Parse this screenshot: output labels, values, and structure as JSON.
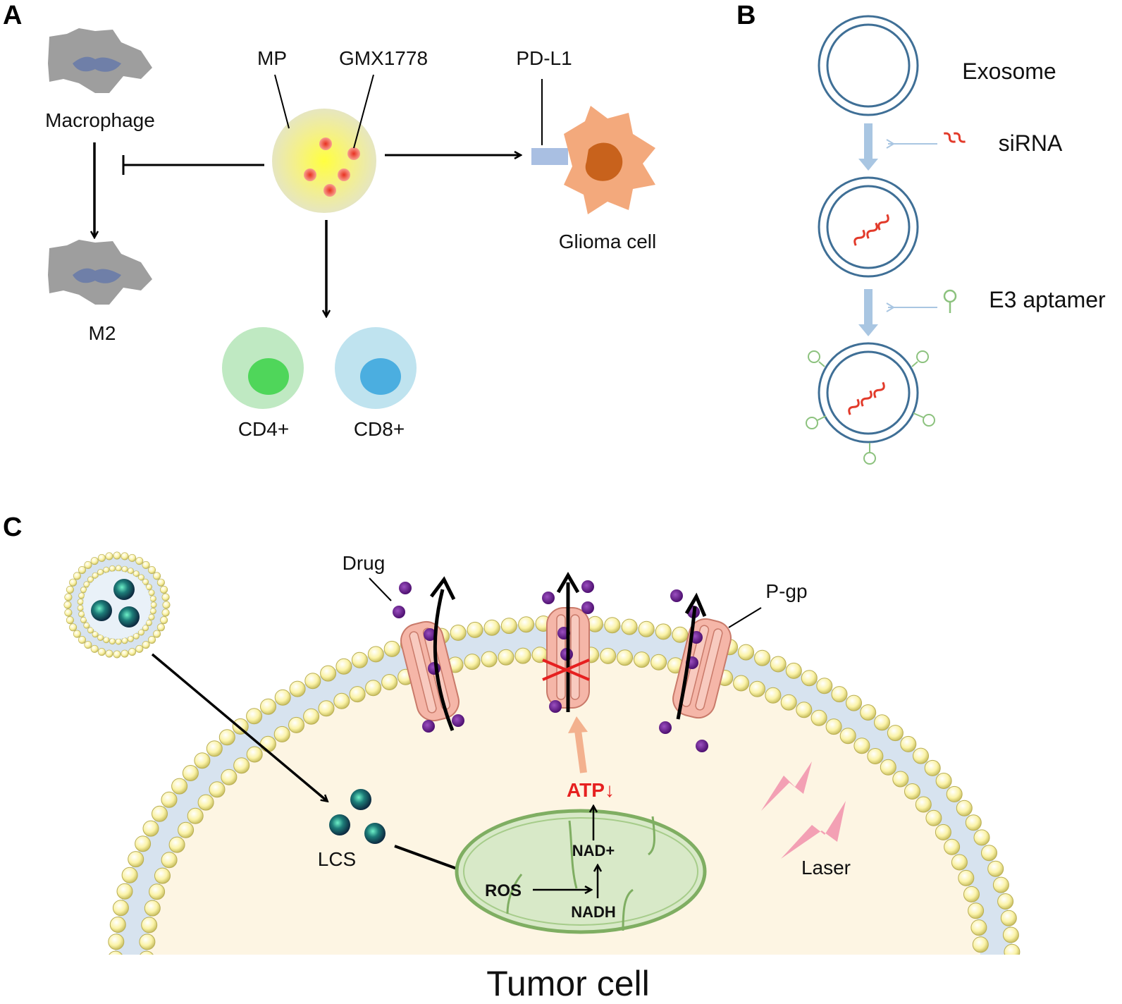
{
  "panels": {
    "a": "A",
    "b": "B",
    "c": "C"
  },
  "panel_a": {
    "macrophage": "Macrophage",
    "m2": "M2",
    "mp": "MP",
    "gmx": "GMX1778",
    "pdl1": "PD-L1",
    "glioma": "Glioma cell",
    "cd4": "CD4+",
    "cd8": "CD8+"
  },
  "panel_b": {
    "exosome": "Exosome",
    "sirna": "siRNA",
    "aptamer": "E3 aptamer"
  },
  "panel_c": {
    "drug": "Drug",
    "pgp": "P-gp",
    "atp": "ATP↓",
    "nad": "NAD+",
    "nadh": "NADH",
    "ros": "ROS",
    "lcs": "LCS",
    "laser": "Laser",
    "tumor": "Tumor cell"
  },
  "colors": {
    "macrophage": "#9e9e9e",
    "macrophage_nucleus": "#6f7fa8",
    "nanoparticle": "#f2f06a",
    "drug_dot": "#f06a5a",
    "glioma": "#f3a97c",
    "glioma_nucleus": "#c8621c",
    "pdl1": "#a9bfe2",
    "cd4": "#bfe9c2",
    "cd4_nucleus": "#4fd65a",
    "cd8": "#bfe3ef",
    "cd8_nucleus": "#4baee0",
    "exosome": "#3f6f96",
    "sirna": "#e23a2a",
    "aptamer": "#8cc27e",
    "cytoplasm": "#fdf5e3",
    "lipid_head": "#fbf5b4",
    "membrane": "#d7e3ef",
    "pgp": "#f5b6a8",
    "drug_purple": "#6a1f8e",
    "mitochondria": "#d8e9c8",
    "mito_edge": "#7fae62",
    "atp": "#e62020",
    "laser": "#f3a0b4",
    "lcs": "#1e6e74"
  }
}
